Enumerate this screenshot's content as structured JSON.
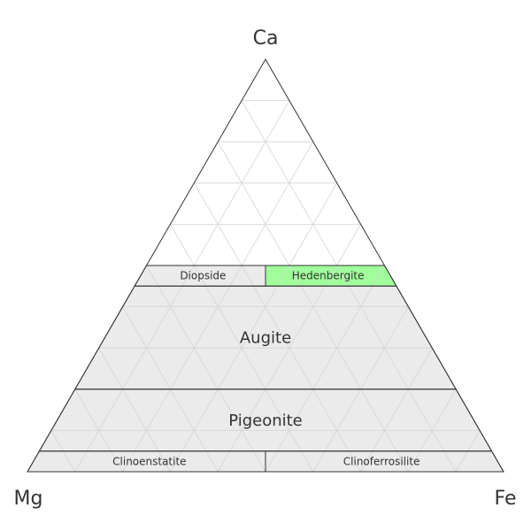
{
  "vertices": {
    "top": "Ca",
    "left": "Mg",
    "right": "Fe"
  },
  "grid_step_percent": 10,
  "colors": {
    "region_fill": "#ebebeb",
    "highlight_fill": "#a0ff9a",
    "grid": "#d4d4d4",
    "outline": "#333333"
  },
  "regions": [
    {
      "label": "Diopside",
      "ca_range": [
        45,
        50
      ],
      "side": "Mg",
      "highlighted": false,
      "size": "small"
    },
    {
      "label": "Hedenbergite",
      "ca_range": [
        45,
        50
      ],
      "side": "Fe",
      "highlighted": true,
      "size": "small"
    },
    {
      "label": "Augite",
      "ca_range": [
        20,
        45
      ],
      "side": "all",
      "highlighted": false,
      "size": "big"
    },
    {
      "label": "Pigeonite",
      "ca_range": [
        5,
        20
      ],
      "side": "all",
      "highlighted": false,
      "size": "big"
    },
    {
      "label": "Clinoenstatite",
      "ca_range": [
        0,
        5
      ],
      "side": "Mg",
      "highlighted": false,
      "size": "small"
    },
    {
      "label": "Clinoferrosilite",
      "ca_range": [
        0,
        5
      ],
      "side": "Fe",
      "highlighted": false,
      "size": "small"
    }
  ]
}
